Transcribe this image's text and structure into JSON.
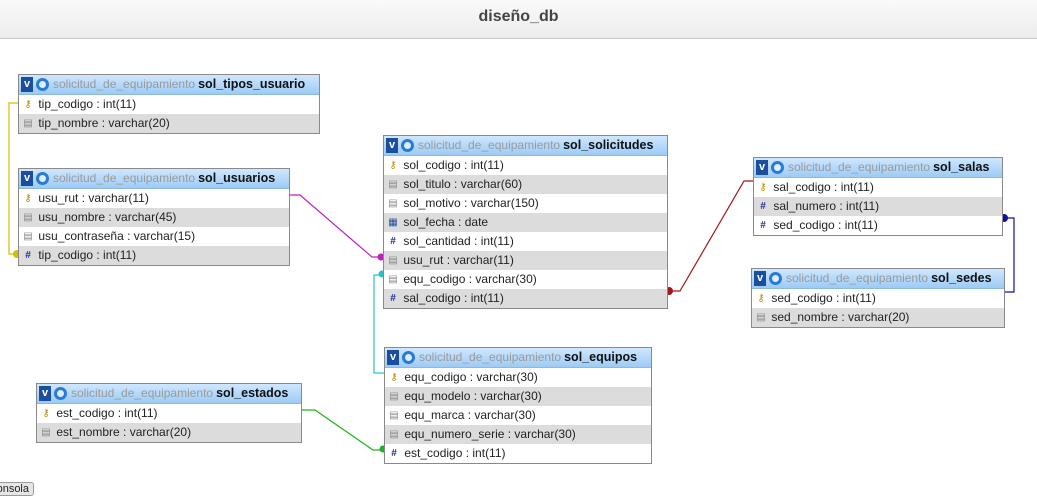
{
  "page_title": "diseño_db",
  "console_label": "onsola",
  "database": "solicitud_de_equipamiento",
  "tables": {
    "tipos_usuario": {
      "db": "solicitud_de_equipamiento",
      "name": "sol_tipos_usuario",
      "columns": [
        {
          "icon": "primary-key-icon",
          "text": "tip_codigo : int(11)"
        },
        {
          "icon": "text-column-icon",
          "text": "tip_nombre : varchar(20)"
        }
      ]
    },
    "usuarios": {
      "db": "solicitud_de_equipamiento",
      "name": "sol_usuarios",
      "columns": [
        {
          "icon": "primary-key-icon",
          "text": "usu_rut : varchar(11)"
        },
        {
          "icon": "text-column-icon",
          "text": "usu_nombre : varchar(45)"
        },
        {
          "icon": "text-column-icon",
          "text": "usu_contraseña : varchar(15)"
        },
        {
          "icon": "numeric-column-icon",
          "text": "tip_codigo : int(11)"
        }
      ]
    },
    "estados": {
      "db": "solicitud_de_equipamiento",
      "name": "sol_estados",
      "columns": [
        {
          "icon": "primary-key-icon",
          "text": "est_codigo : int(11)"
        },
        {
          "icon": "text-column-icon",
          "text": "est_nombre : varchar(20)"
        }
      ]
    },
    "solicitudes": {
      "db": "solicitud_de_equipamiento",
      "name": "sol_solicitudes",
      "columns": [
        {
          "icon": "primary-key-icon",
          "text": "sol_codigo : int(11)"
        },
        {
          "icon": "text-column-icon",
          "text": "sol_titulo : varchar(60)"
        },
        {
          "icon": "text-column-icon",
          "text": "sol_motivo : varchar(150)"
        },
        {
          "icon": "date-column-icon",
          "text": "sol_fecha : date"
        },
        {
          "icon": "numeric-column-icon",
          "text": "sol_cantidad : int(11)"
        },
        {
          "icon": "text-column-icon",
          "text": "usu_rut : varchar(11)"
        },
        {
          "icon": "text-column-icon",
          "text": "equ_codigo : varchar(30)"
        },
        {
          "icon": "numeric-column-icon",
          "text": "sal_codigo : int(11)"
        }
      ]
    },
    "equipos": {
      "db": "solicitud_de_equipamiento",
      "name": "sol_equipos",
      "columns": [
        {
          "icon": "primary-key-icon",
          "text": "equ_codigo : varchar(30)"
        },
        {
          "icon": "text-column-icon",
          "text": "equ_modelo : varchar(30)"
        },
        {
          "icon": "text-column-icon",
          "text": "equ_marca : varchar(30)"
        },
        {
          "icon": "text-column-icon",
          "text": "equ_numero_serie : varchar(30)"
        },
        {
          "icon": "numeric-column-icon",
          "text": "est_codigo : int(11)"
        }
      ]
    },
    "salas": {
      "db": "solicitud_de_equipamiento",
      "name": "sol_salas",
      "columns": [
        {
          "icon": "primary-key-icon",
          "text": "sal_codigo : int(11)"
        },
        {
          "icon": "numeric-column-icon",
          "text": "sal_numero : int(11)"
        },
        {
          "icon": "numeric-column-icon",
          "text": "sed_codigo : int(11)"
        }
      ]
    },
    "sedes": {
      "db": "solicitud_de_equipamiento",
      "name": "sol_sedes",
      "columns": [
        {
          "icon": "primary-key-icon",
          "text": "sed_codigo : int(11)"
        },
        {
          "icon": "text-column-icon",
          "text": "sed_nombre : varchar(20)"
        }
      ]
    }
  },
  "relation_colors": {
    "tipos_usuario_to_usuarios": "#d4c000",
    "usuarios_to_solicitudes": "#c020c0",
    "equipos_to_solicitudes": "#30c0c0",
    "estados_to_equipos": "#20b020",
    "salas_to_solicitudes": "#a01818",
    "sedes_to_salas": "#1010a0"
  }
}
